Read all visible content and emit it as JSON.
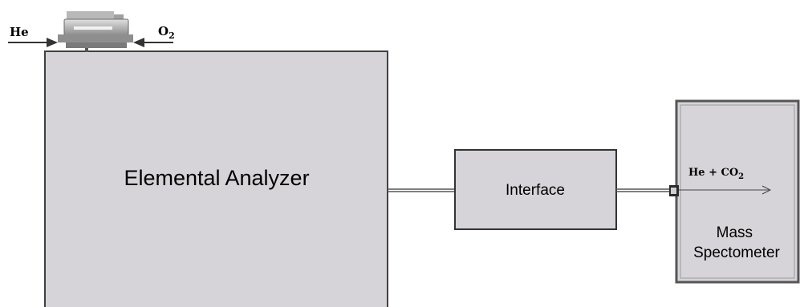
{
  "colors": {
    "background": "#ffffff",
    "box_fill": "#d6d4d8",
    "box_stroke": "#404040",
    "line": "#333333",
    "sampler_body": "#8a8a8a",
    "sampler_light": "#d8d8d8"
  },
  "icons": {
    "sampler": "autosampler-icon",
    "connector": "inlet-connector-icon"
  },
  "inputs": {
    "left_gas": "He",
    "right_gas": "O",
    "right_gas_sub": "2"
  },
  "blocks": {
    "elemental_analyzer": "Elemental Analyzer",
    "interface": "Interface",
    "mass_spectrometer_line1": "Mass",
    "mass_spectrometer_line2": "Spectometer"
  },
  "flow": {
    "label_main": "He + CO",
    "label_sub": "2"
  }
}
